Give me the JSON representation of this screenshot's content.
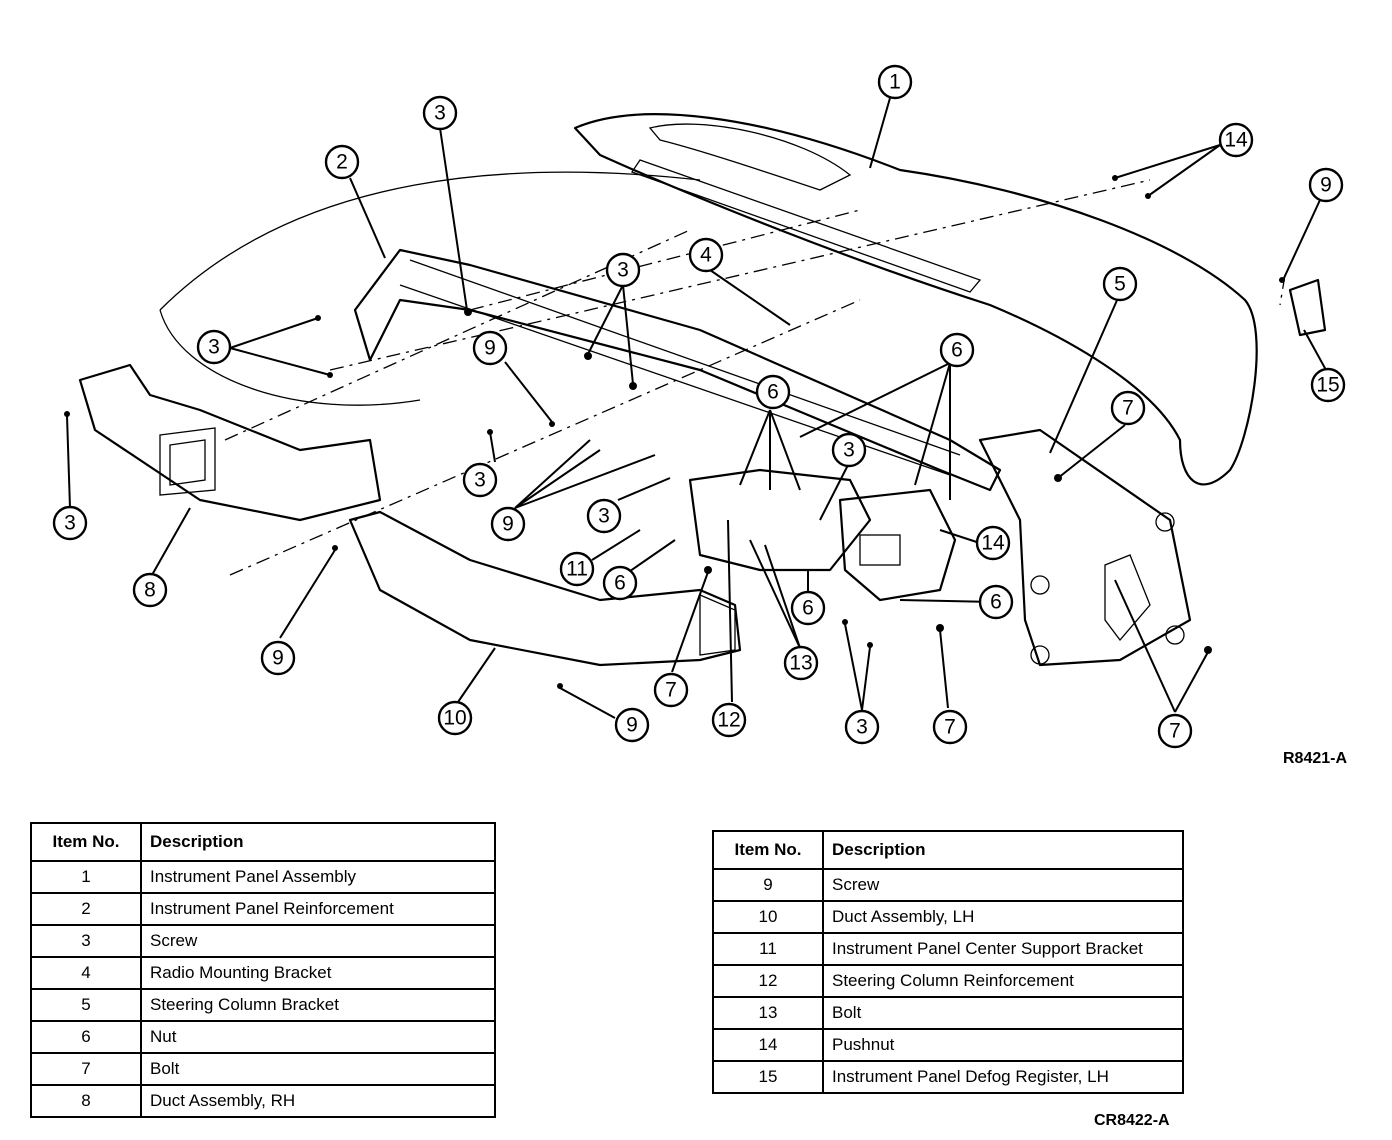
{
  "figure": {
    "ref_top": "R8421-A",
    "ref_bottom": "CR8422-A"
  },
  "callouts": [
    {
      "label": "1"
    },
    {
      "label": "14"
    },
    {
      "label": "9"
    },
    {
      "label": "3"
    },
    {
      "label": "2"
    },
    {
      "label": "3"
    },
    {
      "label": "4"
    },
    {
      "label": "5"
    },
    {
      "label": "15"
    },
    {
      "label": "3"
    },
    {
      "label": "9"
    },
    {
      "label": "6"
    },
    {
      "label": "7"
    },
    {
      "label": "6"
    },
    {
      "label": "3"
    },
    {
      "label": "3"
    },
    {
      "label": "9"
    },
    {
      "label": "3"
    },
    {
      "label": "14"
    },
    {
      "label": "11"
    },
    {
      "label": "6"
    },
    {
      "label": "6"
    },
    {
      "label": "6"
    },
    {
      "label": "3"
    },
    {
      "label": "8"
    },
    {
      "label": "9"
    },
    {
      "label": "13"
    },
    {
      "label": "7"
    },
    {
      "label": "10"
    },
    {
      "label": "9"
    },
    {
      "label": "12"
    },
    {
      "label": "3"
    },
    {
      "label": "7"
    },
    {
      "label": "7"
    }
  ],
  "legend_left": {
    "headers": {
      "no": "Item No.",
      "desc": "Description"
    },
    "rows": [
      {
        "no": "1",
        "desc": "Instrument Panel Assembly"
      },
      {
        "no": "2",
        "desc": "Instrument Panel Reinforcement"
      },
      {
        "no": "3",
        "desc": "Screw"
      },
      {
        "no": "4",
        "desc": "Radio Mounting Bracket"
      },
      {
        "no": "5",
        "desc": "Steering Column Bracket"
      },
      {
        "no": "6",
        "desc": "Nut"
      },
      {
        "no": "7",
        "desc": "Bolt"
      },
      {
        "no": "8",
        "desc": "Duct Assembly, RH"
      }
    ]
  },
  "legend_right": {
    "headers": {
      "no": "Item No.",
      "desc": "Description"
    },
    "rows": [
      {
        "no": "9",
        "desc": "Screw"
      },
      {
        "no": "10",
        "desc": "Duct Assembly, LH"
      },
      {
        "no": "11",
        "desc": "Instrument Panel Center Support Bracket"
      },
      {
        "no": "12",
        "desc": "Steering Column Reinforcement"
      },
      {
        "no": "13",
        "desc": "Bolt"
      },
      {
        "no": "14",
        "desc": "Pushnut"
      },
      {
        "no": "15",
        "desc": "Instrument Panel Defog Register, LH"
      }
    ]
  }
}
